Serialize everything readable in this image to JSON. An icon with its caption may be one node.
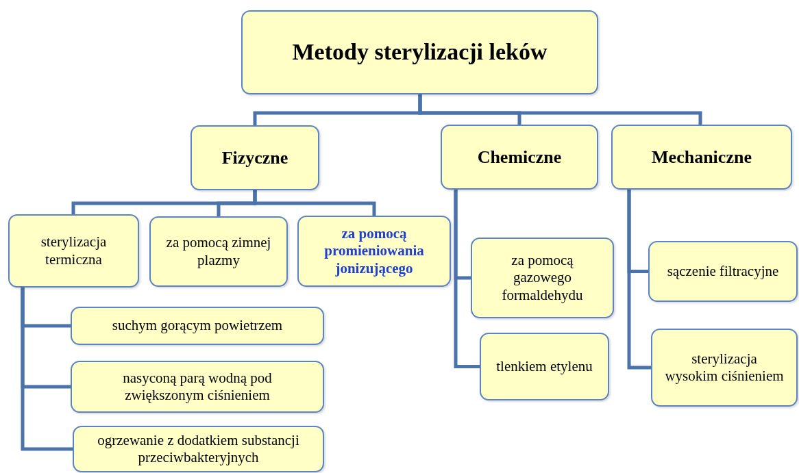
{
  "diagram": {
    "nodes": [
      {
        "text": [
          "Metody sterylizacji leków"
        ]
      },
      {
        "text": [
          "Fizyczne"
        ]
      },
      {
        "text": [
          "Chemiczne"
        ]
      },
      {
        "text": [
          "Mechaniczne"
        ]
      },
      {
        "text": [
          "sterylizacja termiczna"
        ]
      },
      {
        "text": [
          "za pomocą zimnej plazmy"
        ]
      },
      {
        "text": [
          "za pomocą promieniowania jonizującego"
        ]
      },
      {
        "text": [
          "suchym gorącym powietrzem"
        ]
      },
      {
        "text": [
          "nasyconą parą wodną pod zwiększonym ciśnieniem"
        ]
      },
      {
        "text": [
          "ogrzewanie z dodatkiem substancji przeciwbakteryjnych"
        ]
      },
      {
        "text": [
          "za pomocą gazowego formaldehydu"
        ]
      },
      {
        "text": [
          "tlenkiem etylenu"
        ]
      },
      {
        "text": [
          "sączenie filtracyjne"
        ]
      },
      {
        "text": [
          "sterylizacja wysokim ciśnieniem"
        ]
      }
    ],
    "edges": [
      {
        "from": 0,
        "to": 1,
        "arrow": "none"
      },
      {
        "from": 0,
        "to": 2,
        "arrow": "none"
      },
      {
        "from": 0,
        "to": 3,
        "arrow": "none"
      },
      {
        "from": 1,
        "to": 4,
        "arrow": "none"
      },
      {
        "from": 1,
        "to": 5,
        "arrow": "none"
      },
      {
        "from": 1,
        "to": 6,
        "arrow": "none"
      },
      {
        "from": 4,
        "to": 7,
        "arrow": "none"
      },
      {
        "from": 4,
        "to": 8,
        "arrow": "none"
      },
      {
        "from": 4,
        "to": 9,
        "arrow": "none"
      },
      {
        "from": 2,
        "to": 10,
        "arrow": "none"
      },
      {
        "from": 2,
        "to": 11,
        "arrow": "none"
      },
      {
        "from": 3,
        "to": 12,
        "arrow": "none"
      },
      {
        "from": 3,
        "to": 13,
        "arrow": "none"
      }
    ]
  }
}
